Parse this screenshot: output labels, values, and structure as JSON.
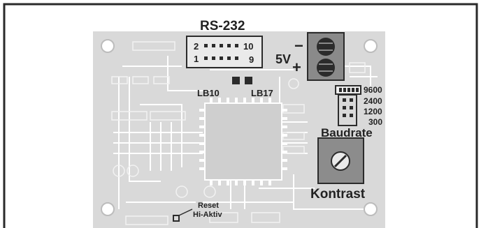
{
  "labels": {
    "rs232": "RS-232",
    "pin2": "2",
    "pin10": "10",
    "pin1": "1",
    "pin9": "9",
    "power_voltage": "5V",
    "minus": "−",
    "plus": "+",
    "lb10": "LB10",
    "lb17": "LB17",
    "baud_9600": "9600",
    "baud_2400": "2400",
    "baud_1200": "1200",
    "baud_300": "300",
    "baudrate": "Baudrate",
    "kontrast": "Kontrast",
    "reset": "Reset",
    "hi_aktiv": "Hi-Aktiv"
  },
  "colors": {
    "frame": "#2a2a2a",
    "board": "#d9d9d9",
    "trace": "#ffffff",
    "silk": "#eeeeee",
    "component": "#2b2b2b",
    "potentiometer": "#8c8c8c"
  }
}
